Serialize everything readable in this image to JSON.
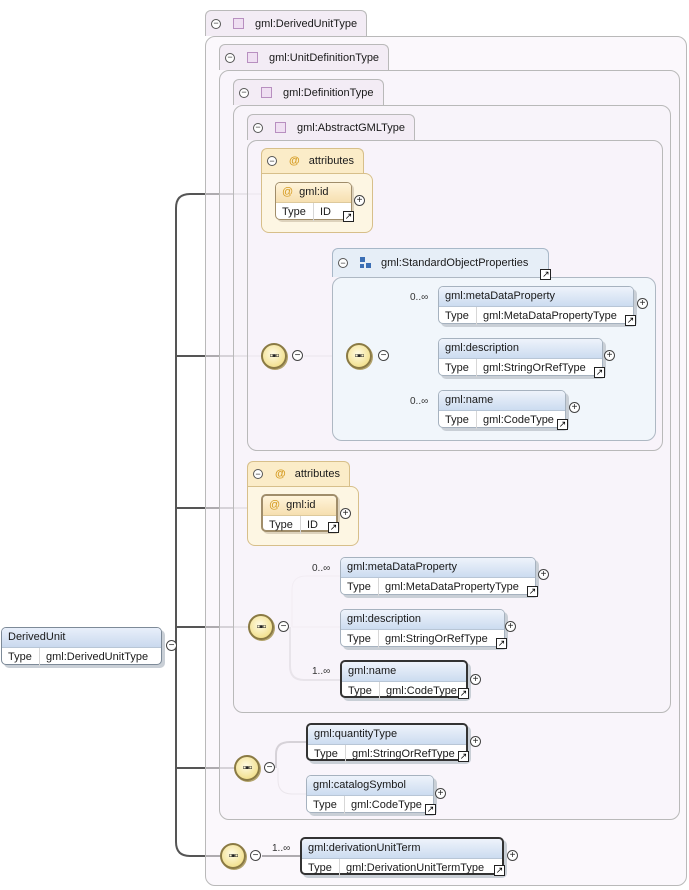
{
  "frames": {
    "derived_unit_type": "gml:DerivedUnitType",
    "unit_definition_type": "gml:UnitDefinitionType",
    "definition_type": "gml:DefinitionType",
    "abstract_gml_type": "gml:AbstractGMLType",
    "standard_object_properties": "gml:StandardObjectProperties"
  },
  "attributes_label": "attributes",
  "type_label": "Type",
  "root": {
    "name": "DerivedUnit",
    "type": "gml:DerivedUnitType"
  },
  "abstract_gml": {
    "id": {
      "name": "gml:id",
      "type": "ID"
    },
    "meta": {
      "name": "gml:metaDataProperty",
      "type": "gml:MetaDataPropertyType",
      "occurs": "0..∞"
    },
    "desc": {
      "name": "gml:description",
      "type": "gml:StringOrRefType"
    },
    "name": {
      "name": "gml:name",
      "type": "gml:CodeType",
      "occurs": "0..∞"
    }
  },
  "definition": {
    "id": {
      "name": "gml:id",
      "type": "ID"
    },
    "meta": {
      "name": "gml:metaDataProperty",
      "type": "gml:MetaDataPropertyType",
      "occurs": "0..∞"
    },
    "desc": {
      "name": "gml:description",
      "type": "gml:StringOrRefType"
    },
    "name": {
      "name": "gml:name",
      "type": "gml:CodeType",
      "occurs": "1..∞"
    }
  },
  "unit_definition": {
    "quantity": {
      "name": "gml:quantityType",
      "type": "gml:StringOrRefType"
    },
    "catalog": {
      "name": "gml:catalogSymbol",
      "type": "gml:CodeType"
    }
  },
  "derived": {
    "term": {
      "name": "gml:derivationUnitTerm",
      "type": "gml:DerivationUnitTermType",
      "occurs": "1..∞"
    }
  },
  "icons": {
    "collapse": "circle-minus",
    "expand": "circle-plus",
    "sequence": "sequence-compositor",
    "link": "arrow-link",
    "attribute": "at-sign"
  }
}
